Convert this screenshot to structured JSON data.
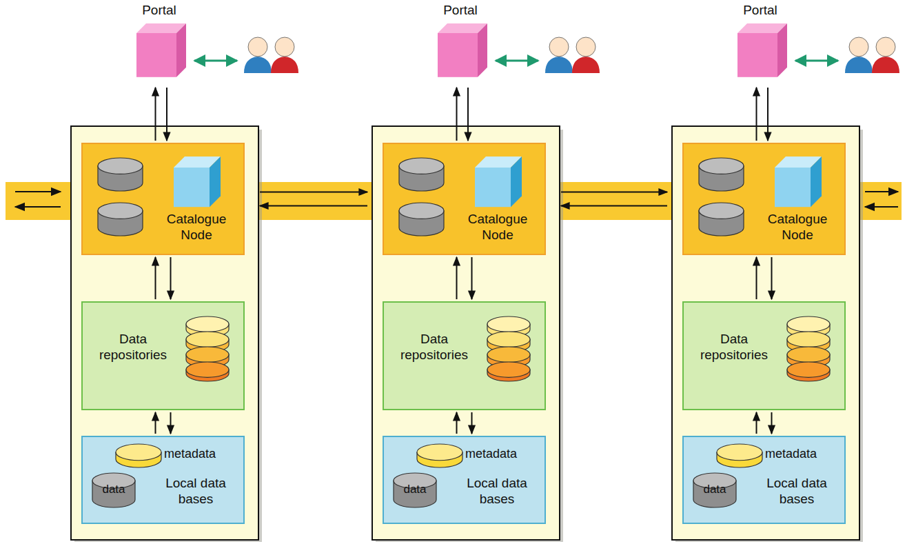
{
  "diagram": {
    "nodes": [
      {
        "text": [
          "Portal"
        ]
      },
      {
        "text": [
          "Catalogue Node"
        ]
      },
      {
        "text": [
          "Data repositories"
        ]
      },
      {
        "text": [
          "metadata",
          "data",
          "Local data bases"
        ]
      },
      {
        "text": [
          "Portal"
        ]
      },
      {
        "text": [
          "Catalogue Node"
        ]
      },
      {
        "text": [
          "Data repositories"
        ]
      },
      {
        "text": [
          "metadata",
          "data",
          "Local data bases"
        ]
      },
      {
        "text": [
          "Portal"
        ]
      },
      {
        "text": [
          "Catalogue Node"
        ]
      },
      {
        "text": [
          "Data repositories"
        ]
      },
      {
        "text": [
          "metadata",
          "data",
          "Local data bases"
        ]
      }
    ],
    "edges": [
      {
        "from": 1,
        "to": 0,
        "arrow": "to"
      },
      {
        "from": 0,
        "to": 1,
        "arrow": "to"
      },
      {
        "from": 2,
        "to": 1,
        "arrow": "to"
      },
      {
        "from": 1,
        "to": 2,
        "arrow": "to"
      },
      {
        "from": 3,
        "to": 2,
        "arrow": "to"
      },
      {
        "from": 2,
        "to": 3,
        "arrow": "to"
      },
      {
        "from": 5,
        "to": 4,
        "arrow": "to"
      },
      {
        "from": 4,
        "to": 5,
        "arrow": "to"
      },
      {
        "from": 6,
        "to": 5,
        "arrow": "to"
      },
      {
        "from": 5,
        "to": 6,
        "arrow": "to"
      },
      {
        "from": 7,
        "to": 6,
        "arrow": "to"
      },
      {
        "from": 6,
        "to": 7,
        "arrow": "to"
      },
      {
        "from": 9,
        "to": 8,
        "arrow": "to"
      },
      {
        "from": 8,
        "to": 9,
        "arrow": "to"
      },
      {
        "from": 10,
        "to": 9,
        "arrow": "to"
      },
      {
        "from": 9,
        "to": 10,
        "arrow": "to"
      },
      {
        "from": 11,
        "to": 10,
        "arrow": "to"
      },
      {
        "from": 10,
        "to": 11,
        "arrow": "to"
      },
      {
        "from": 1,
        "to": 5,
        "arrow": "to"
      },
      {
        "from": 5,
        "to": 1,
        "arrow": "to"
      },
      {
        "from": 5,
        "to": 9,
        "arrow": "to"
      },
      {
        "from": 9,
        "to": 5,
        "arrow": "to"
      }
    ]
  }
}
